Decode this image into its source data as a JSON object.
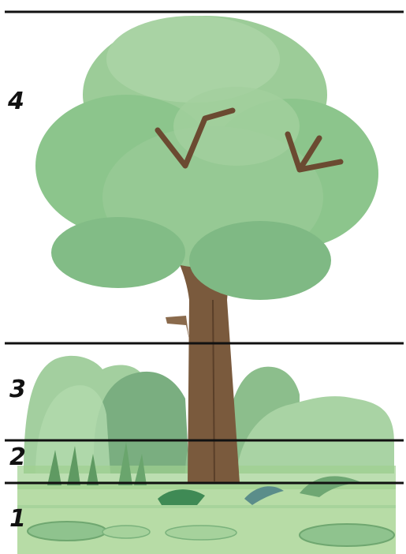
{
  "figure": {
    "layers": [
      {
        "label": "4"
      },
      {
        "label": "3"
      },
      {
        "label": "2"
      },
      {
        "label": "1"
      }
    ]
  },
  "colors": {
    "canopy_light": "#a9d3a4",
    "canopy_mid": "#8cc58c",
    "canopy_dark": "#6fae72",
    "shrub_dark": "#76a97e",
    "trunk": "#7a5a3d",
    "trunk_dark": "#5a3f29",
    "ground": "#b7dca6",
    "boundary_line": "#111111"
  }
}
